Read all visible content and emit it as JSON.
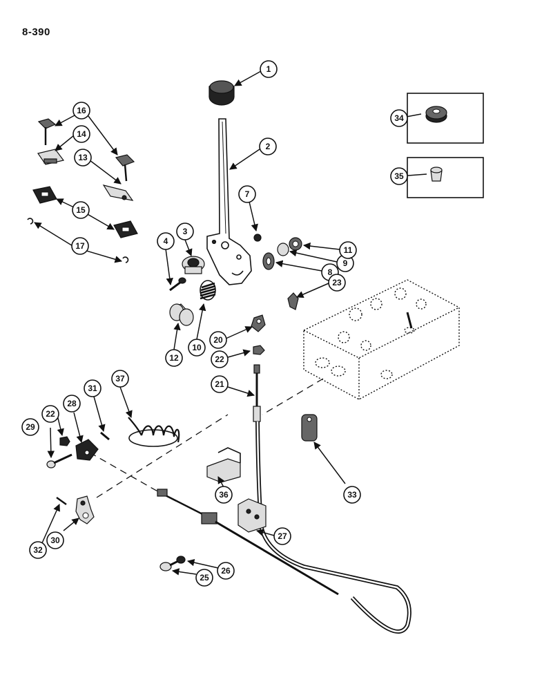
{
  "page_number": "8-390",
  "callouts": [
    "1",
    "2",
    "3",
    "4",
    "7",
    "8",
    "9",
    "10",
    "11",
    "12",
    "13",
    "14",
    "15",
    "16",
    "17",
    "20",
    "21",
    "22",
    "23",
    "25",
    "26",
    "27",
    "28",
    "29",
    "30",
    "31",
    "32",
    "33",
    "34",
    "35",
    "36",
    "37"
  ]
}
